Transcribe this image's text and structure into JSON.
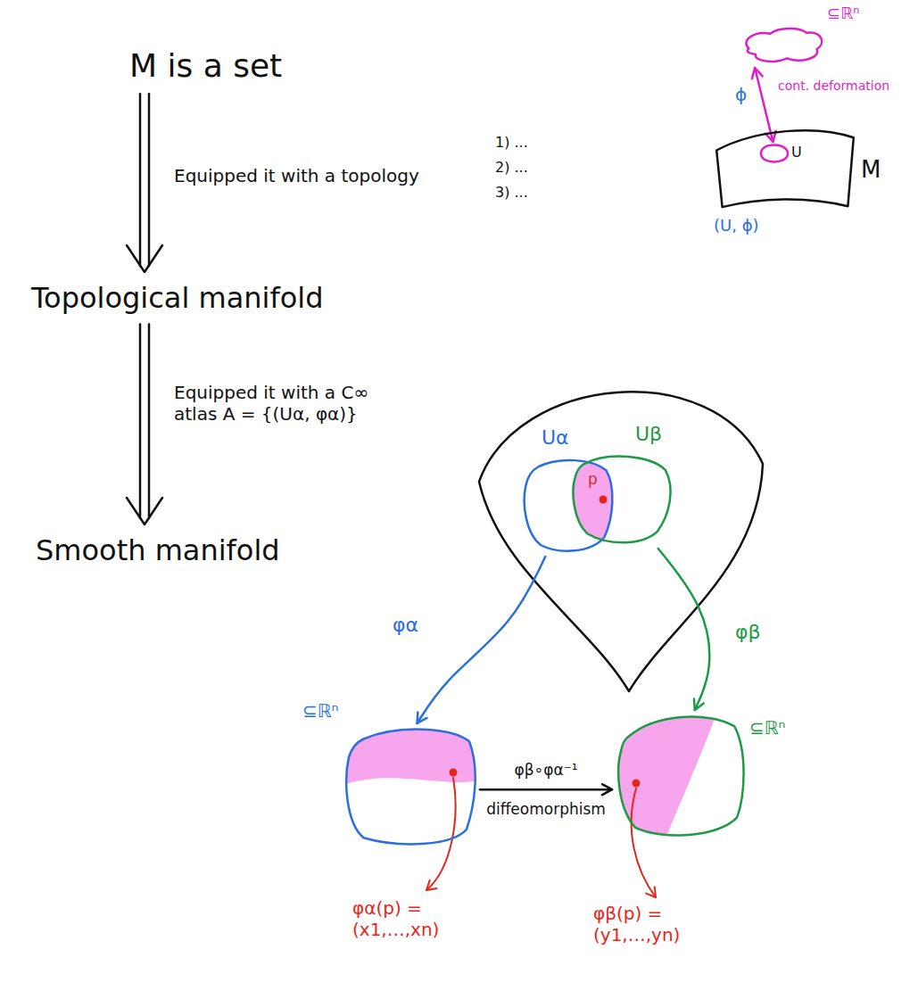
{
  "diagram": {
    "nodes": [
      {
        "text": [
          "M is a set"
        ]
      },
      {
        "text": [
          "⊆ℝⁿ"
        ]
      },
      {
        "text": [
          "M"
        ]
      },
      {
        "text": [
          "U"
        ],
        "in": 2
      },
      {
        "text": [
          "Topological manifold"
        ]
      },
      {
        "text": [
          "Smooth manifold"
        ]
      },
      {
        "text": [
          "Uα"
        ]
      },
      {
        "text": [
          "Uβ"
        ]
      },
      {
        "text": [
          "⊆ℝⁿ"
        ]
      },
      {
        "text": [
          "⊆ℝⁿ"
        ]
      }
    ],
    "edges": [
      {
        "from": 0,
        "to": 4,
        "arrow": "to",
        "label": "Equipped it with a topology"
      },
      {
        "from": 4,
        "to": 5,
        "arrow": "to",
        "label": "Equipped it with a C∞ atlas A = {(Uα, φα)}"
      },
      {
        "from": 1,
        "to": 3,
        "arrow": "both",
        "label": "cont. deformation"
      },
      {
        "from": 6,
        "to": 8,
        "arrow": "to",
        "label": "φα"
      },
      {
        "from": 7,
        "to": 9,
        "arrow": "to",
        "label": "φβ"
      },
      {
        "from": 8,
        "to": 9,
        "arrow": "to",
        "label": "φβ∘φα⁻¹ diffeomorphism"
      }
    ],
    "labels": [
      "1) ...",
      "2) ...",
      "3) ...",
      "ϕ",
      "(U, ϕ)",
      "p",
      "φα(p) = (x1,…,xn)",
      "φβ(p) = (y1,…,yn)"
    ]
  }
}
